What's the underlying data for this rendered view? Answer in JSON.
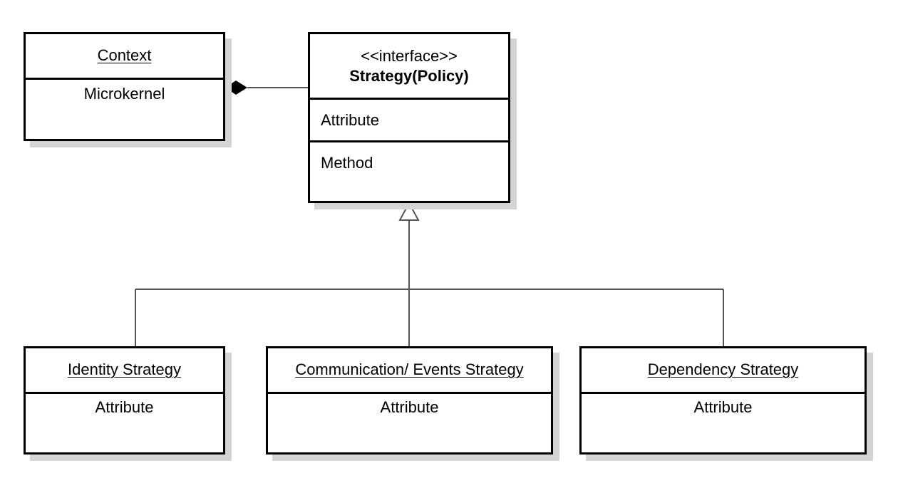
{
  "classes": {
    "context": {
      "name": "Context",
      "attribute": "Microkernel"
    },
    "strategy": {
      "stereotype": "<<interface>>",
      "name": "Strategy(Policy)",
      "attribute": "Attribute",
      "method": "Method"
    },
    "identity": {
      "name": "Identity Strategy",
      "attribute": "Attribute"
    },
    "communication": {
      "name": "Communication/ Events Strategy",
      "attribute": "Attribute"
    },
    "dependency": {
      "name": "Dependency Strategy",
      "attribute": "Attribute"
    }
  },
  "relations": [
    {
      "type": "composition",
      "from": "Context",
      "to": "Strategy(Policy)"
    },
    {
      "type": "realization",
      "from": "Identity Strategy",
      "to": "Strategy(Policy)"
    },
    {
      "type": "realization",
      "from": "Communication/ Events Strategy",
      "to": "Strategy(Policy)"
    },
    {
      "type": "realization",
      "from": "Dependency Strategy",
      "to": "Strategy(Policy)"
    }
  ]
}
